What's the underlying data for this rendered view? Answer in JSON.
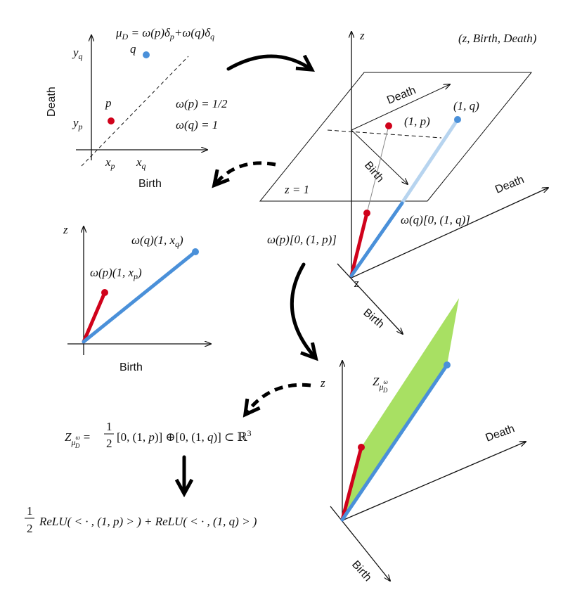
{
  "panel_persistence": {
    "measure": "μ_D = ω(p)δ_p+ω(q)δ_q",
    "point_q": "q",
    "point_p": "p",
    "y_q": "y_q",
    "y_p": "y_p",
    "x_p": "x_p",
    "x_q": "x_q",
    "weight_p": "ω(p) = 1/2",
    "weight_q": "ω(q) = 1",
    "axis_x": "Birth",
    "axis_y": "Death"
  },
  "panel_3d_top": {
    "coords": "(z, Birth, Death)",
    "axis_z": "z",
    "plane_death": "Death",
    "plane_birth": "Birth",
    "plane_eq": "z = 1",
    "pt_p": "(1, p)",
    "pt_q": "(1, q)",
    "axis_death": "Death",
    "axis_birth": "Birth",
    "axis_origin": "z",
    "seg_p": "ω(p)[0, (1, p)]",
    "seg_q": "ω(q)[0, (1, q)]"
  },
  "panel_2d_proj": {
    "axis_z": "z",
    "axis_x": "Birth",
    "vec_q": "ω(q)(1, x_q)",
    "vec_p": "ω(p)(1, x_p)"
  },
  "panel_zonotope": {
    "axis_z": "z",
    "axis_death": "Death",
    "axis_birth": "Birth",
    "zonotope_label": "Z_{μ_D^ω}"
  },
  "formulas": {
    "zonotope_def": "Z_{μ_D^ω} = 1/2 [0, (1, p)] ⊕ [0, (1, q)] ⊂ ℝ³",
    "relu_expr": "1/2 ReLU( < · , (1, p) > ) + ReLU( < · , (1, q) > )"
  },
  "colors": {
    "red": "#d0021b",
    "blue": "#4a90d9",
    "light_blue": "#b7d4ef",
    "green": "#a8e063"
  }
}
